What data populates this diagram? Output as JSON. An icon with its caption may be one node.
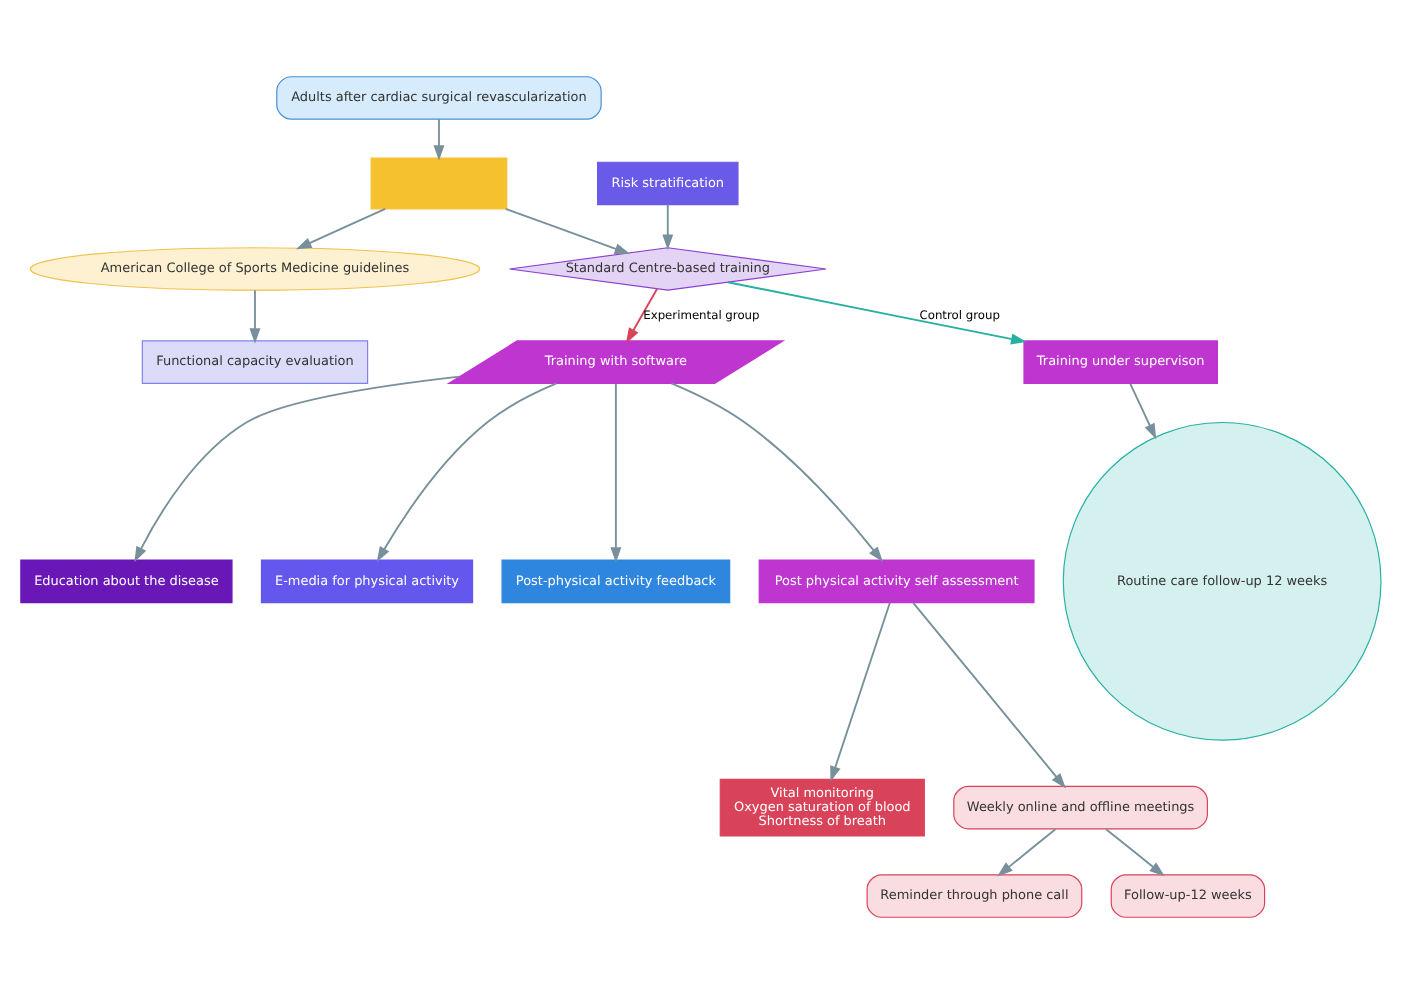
{
  "diagram": {
    "nodes": [
      {
        "text": [
          "Adults after cardiac surgical revascularization"
        ]
      },
      {
        "text": [],
        "shape": "box"
      },
      {
        "text": [
          "Risk stratification"
        ]
      },
      {
        "text": [
          "Standard Centre-based training"
        ]
      },
      {
        "text": [
          "Functional capacity evaluation"
        ]
      },
      {
        "text": [
          "American College of Sports Medicine guidelines"
        ]
      },
      {
        "text": [
          "Training under supervison"
        ]
      },
      {
        "text": [
          "Routine care follow-up 12 weeks"
        ]
      },
      {
        "text": [
          "Training with software"
        ]
      },
      {
        "text": [
          "Education about the disease"
        ]
      },
      {
        "text": [
          "E-media for physical activity"
        ]
      },
      {
        "text": [
          "Post-physical activity feedback"
        ]
      },
      {
        "text": [
          "Post physical activity self assessment"
        ]
      },
      {
        "text": [
          "Vital monitoring",
          "Oxygen saturation of blood",
          "Shortness of breath"
        ]
      },
      {
        "text": [
          "Reminder through phone call"
        ]
      },
      {
        "text": [
          "Weekly online and offline meetings"
        ]
      },
      {
        "text": [
          "Follow-up-12 weeks"
        ]
      }
    ],
    "edges": [
      {
        "from": 0,
        "to": 1,
        "arrow": "to"
      },
      {
        "from": 1,
        "to": 3,
        "arrow": "to"
      },
      {
        "from": 2,
        "to": 3,
        "arrow": "to"
      },
      {
        "from": 1,
        "to": 5,
        "arrow": "to"
      },
      {
        "from": 5,
        "to": 4,
        "arrow": "to"
      },
      {
        "from": 3,
        "to": 6,
        "arrow": "to",
        "label": "Control group",
        "color": "#26b0a0"
      },
      {
        "from": 6,
        "to": 7,
        "arrow": "to"
      },
      {
        "from": 3,
        "to": 8,
        "arrow": "to",
        "label": "Experimental group",
        "color": "#d9435a"
      },
      {
        "from": 8,
        "to": 9,
        "arrow": "to"
      },
      {
        "from": 8,
        "to": 10,
        "arrow": "to"
      },
      {
        "from": 8,
        "to": 11,
        "arrow": "to"
      },
      {
        "from": 8,
        "to": 12,
        "arrow": "to"
      },
      {
        "from": 12,
        "to": 13,
        "arrow": "to"
      },
      {
        "from": 12,
        "to": 15,
        "arrow": "to"
      },
      {
        "from": 15,
        "to": 14,
        "arrow": "to"
      },
      {
        "from": 15,
        "to": 16,
        "arrow": "to"
      }
    ]
  }
}
